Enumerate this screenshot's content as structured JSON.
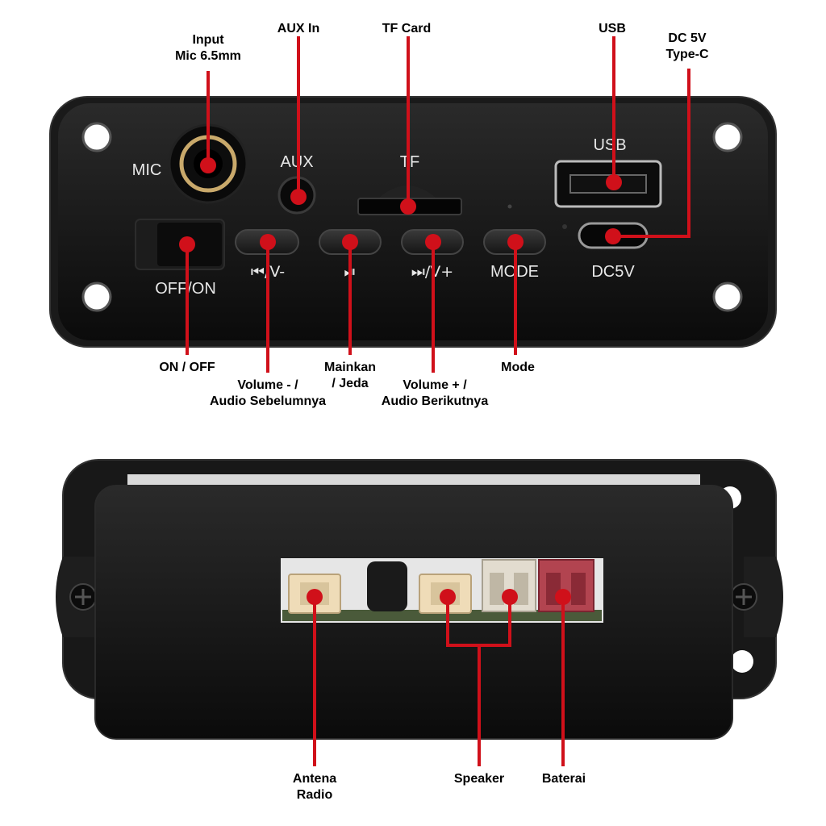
{
  "front": {
    "panel_text": {
      "mic": "MIC",
      "aux": "AUX",
      "tf": "TF",
      "usb": "USB",
      "off_on": "OFF/ON",
      "prev_vol_down": "⏮/V-",
      "play_pause": "⏯",
      "next_vol_up": "⏭/V+",
      "mode": "MODE",
      "dc5v": "DC5V"
    },
    "callouts": {
      "input_mic": [
        "Input",
        "Mic 6.5mm"
      ],
      "aux_in": [
        "AUX In"
      ],
      "tf_card": [
        "TF Card"
      ],
      "usb": [
        "USB"
      ],
      "dc5v_typec": [
        "DC 5V",
        "Type-C"
      ],
      "on_off": [
        "ON / OFF"
      ],
      "volume_down": [
        "Volume - /",
        "Audio Sebelumnya"
      ],
      "play_pause": [
        "Mainkan",
        "/ Jeda"
      ],
      "volume_up": [
        "Volume + /",
        "Audio Berikutnya"
      ],
      "mode": [
        "Mode"
      ]
    }
  },
  "back": {
    "callouts": {
      "antenna": [
        "Antena",
        "Radio"
      ],
      "speaker": [
        "Speaker"
      ],
      "battery": [
        "Baterai"
      ]
    }
  },
  "colors": {
    "marker": "#d0101a",
    "panel": "#111111",
    "panel_text": "#e8e8e8"
  }
}
